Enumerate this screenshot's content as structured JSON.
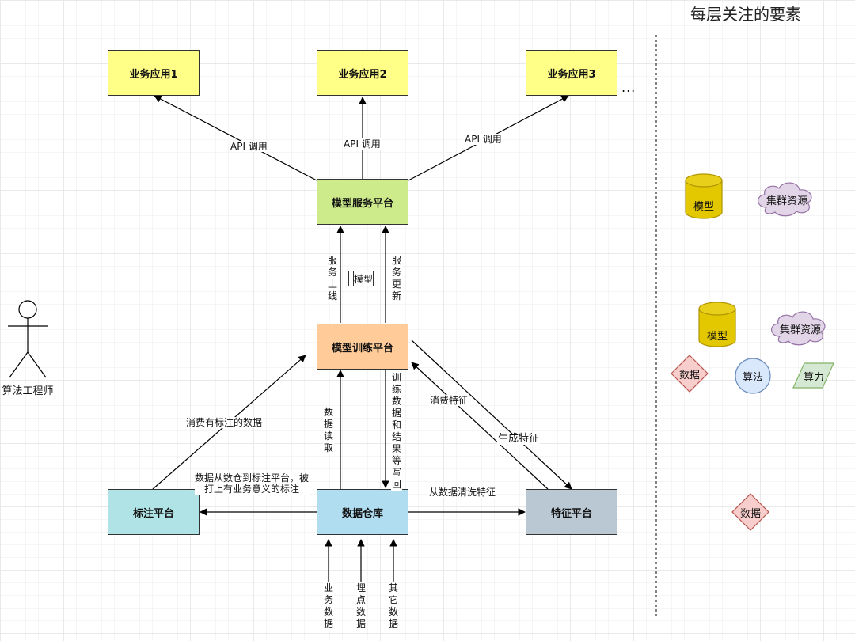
{
  "sidebar": {
    "title": "每层关注的要素"
  },
  "nodes": {
    "app1": "业务应用1",
    "app2": "业务应用2",
    "app3": "业务应用3",
    "more": "...",
    "serving": "模型服务平台",
    "training": "模型训练平台",
    "labeling": "标注平台",
    "warehouse": "数据仓库",
    "feature": "特征平台"
  },
  "edges": {
    "api_call_1": "API 调用",
    "api_call_2": "API 调用",
    "api_call_3": "API 调用",
    "serve_online": "服务上线",
    "serve_update": "服务更新",
    "model_tag": "模型",
    "consume_labeled": "消费有标注的数据",
    "data_read": "数据读取",
    "train_writeback": "训练数据和结果等写回",
    "consume_feature": "消费特征",
    "generate_feature": "生成特征",
    "warehouse_to_label_1": "数据从数仓到标注平台，被",
    "warehouse_to_label_2": "打上有业务意义的标注",
    "clean_feature": "从数据清洗特征",
    "biz_data": "业务数据",
    "tracking_data": "埋点数据",
    "other_data": "其它数据"
  },
  "actor": {
    "name": "算法工程师"
  },
  "legend": {
    "serving_layer": {
      "model": "模型",
      "cluster": "集群资源"
    },
    "training_layer": {
      "model": "模型",
      "cluster": "集群资源",
      "data": "数据",
      "algorithm": "算法",
      "compute": "算力"
    },
    "data_layer": {
      "data": "数据"
    }
  },
  "colors": {
    "app": "#ffff88",
    "serving": "#cdeb8b",
    "training": "#ffcc99",
    "labeling": "#b0e3e6",
    "warehouse": "#b1ddf0",
    "feature": "#bac8d3",
    "cylinder": "#e3c800",
    "cloud": "#e1d5e7",
    "diamond": "#f8cecc",
    "circle": "#dae8fc",
    "parallelogram": "#d5e8d4"
  }
}
